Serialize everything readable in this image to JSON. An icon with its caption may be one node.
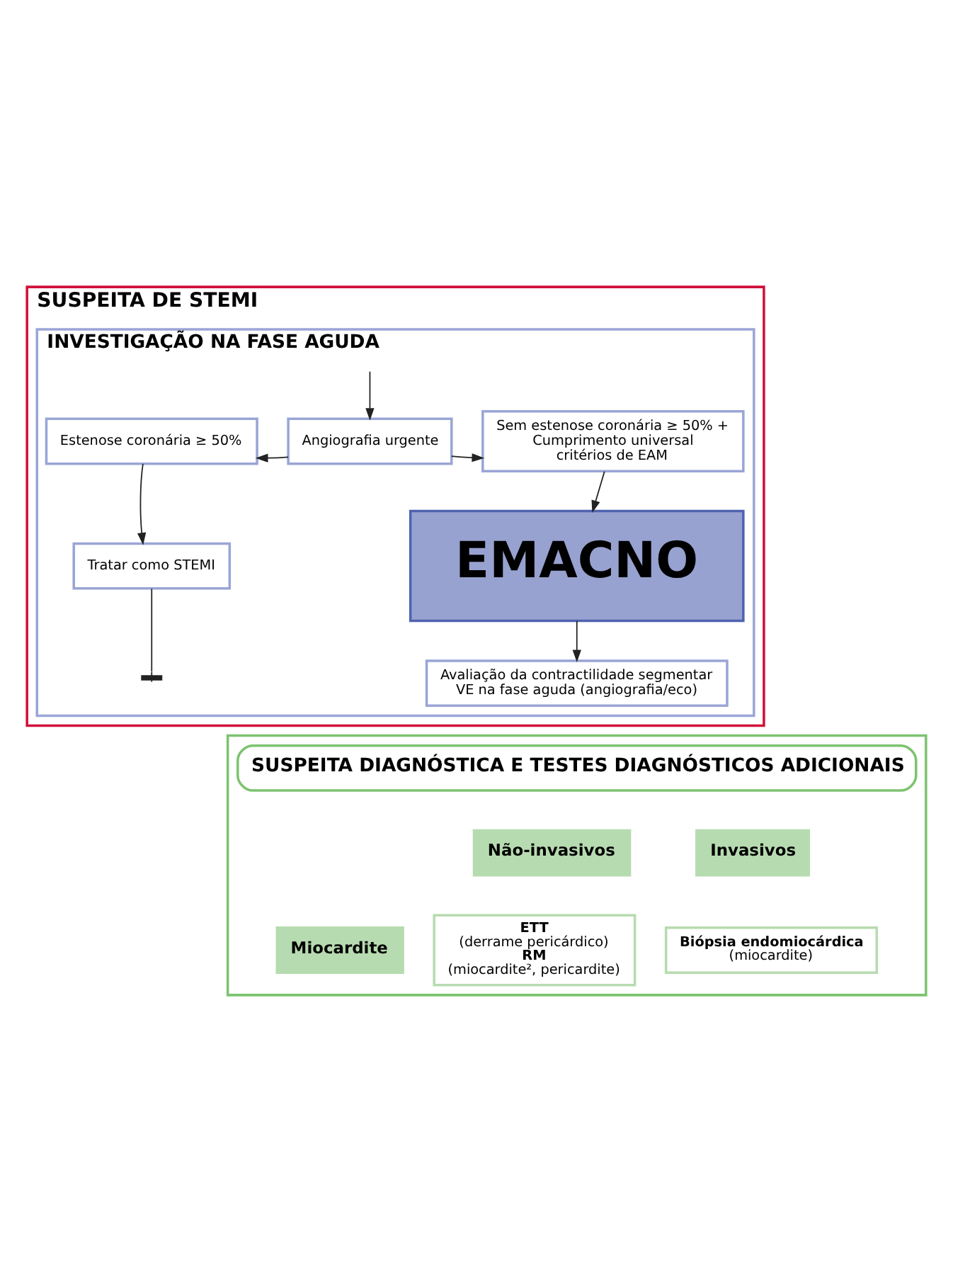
{
  "diagram": {
    "nodes": [
      {
        "text": [
          "SUSPEITA DE STEMI"
        ]
      },
      {
        "text": [
          "INVESTIGAÇÃO NA FASE AGUDA"
        ],
        "in": 0
      },
      {
        "text": [
          "Angiografia urgente"
        ],
        "in": 1
      },
      {
        "text": [
          "Estenose coronária ≥ 50%"
        ],
        "in": 1
      },
      {
        "text": [
          "Sem estenose coronária ≥ 50% + Cumprimento universal critérios de EAM"
        ],
        "in": 1
      },
      {
        "text": [
          "Tratar como STEMI"
        ],
        "in": 1
      },
      {
        "text": [
          "EMACNO"
        ],
        "in": 1
      },
      {
        "text": [
          "Avaliação da contractilidade segmentar VE na fase aguda (angiografia/eco)"
        ],
        "in": 1
      },
      {
        "text": [],
        "shape": "box"
      },
      {
        "text": [
          "SUSPEITA DIAGNÓSTICA E TESTES DIAGNÓSTICOS ADICIONAIS"
        ],
        "in": 8
      },
      {
        "text": [
          "Não-invasivos"
        ],
        "in": 8
      },
      {
        "text": [
          "Invasivos"
        ],
        "in": 8
      },
      {
        "text": [
          "Miocardite"
        ],
        "in": 8
      },
      {
        "text": [
          "ETT",
          "(derrame pericárdico)",
          "RM",
          "(miocardite², pericardite)"
        ],
        "in": 8
      },
      {
        "text": [
          "Biópsia endomiocárdica",
          "(miocardite)"
        ],
        "in": 8
      }
    ],
    "edges": [
      {
        "from": null,
        "to": 2,
        "arrow": "to"
      },
      {
        "from": 2,
        "to": 3,
        "arrow": "to"
      },
      {
        "from": 2,
        "to": 4,
        "arrow": "to"
      },
      {
        "from": 3,
        "to": 5,
        "arrow": "to"
      },
      {
        "from": 4,
        "to": 6,
        "arrow": "to"
      },
      {
        "from": 6,
        "to": 7,
        "arrow": "to"
      },
      {
        "from": 5,
        "to": null,
        "arrow": "other"
      }
    ]
  }
}
